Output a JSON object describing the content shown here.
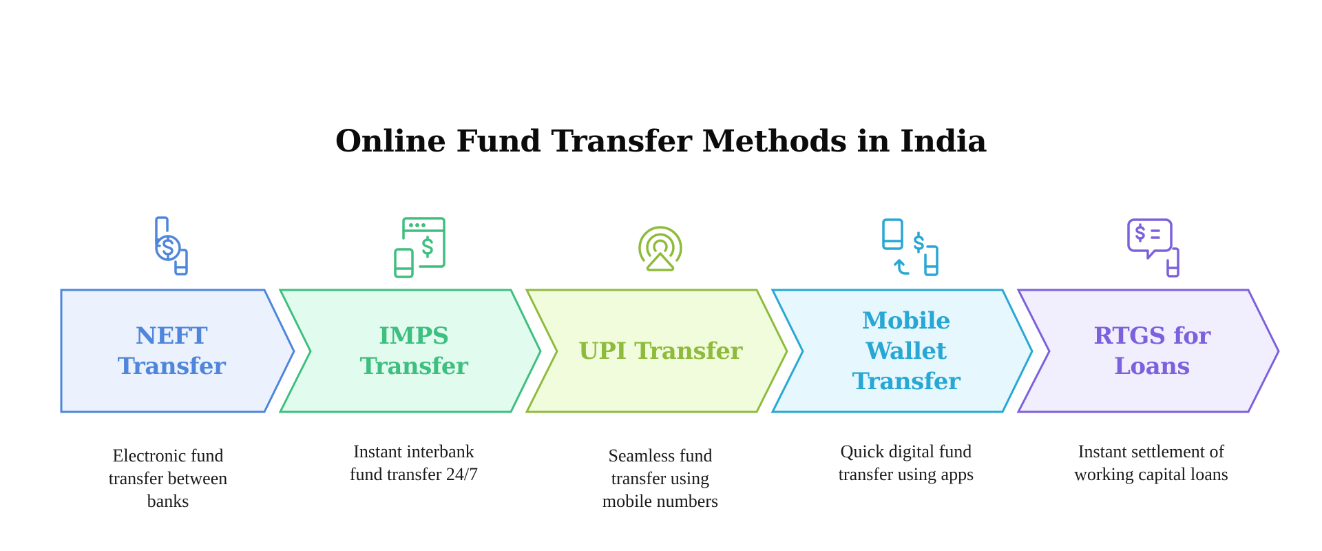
{
  "title": "Online Fund Transfer Methods in India",
  "steps": [
    {
      "label_lines": [
        "NEFT",
        "Transfer"
      ],
      "label": "NEFT Transfer",
      "description_lines": [
        "Electronic fund",
        "transfer between",
        "banks"
      ],
      "description": "Electronic fund transfer between banks",
      "icon": "phone-exchange-dollar-icon",
      "color": "#4f86db",
      "fill": "#ebf2fd"
    },
    {
      "label_lines": [
        "IMPS",
        "Transfer"
      ],
      "label": "IMPS Transfer",
      "description_lines": [
        "Instant interbank",
        "fund transfer 24/7"
      ],
      "description": "Instant interbank fund transfer 24/7",
      "icon": "browser-phone-dollar-icon",
      "color": "#3fbf7f",
      "fill": "#e2fbef"
    },
    {
      "label_lines": [
        "UPI Transfer"
      ],
      "label": "UPI Transfer",
      "description_lines": [
        "Seamless fund",
        "transfer using",
        "mobile numbers"
      ],
      "description": "Seamless fund transfer using mobile numbers",
      "icon": "broadcast-signal-icon",
      "color": "#8fbb3c",
      "fill": "#f1fcdd"
    },
    {
      "label_lines": [
        "Mobile",
        "Wallet",
        "Transfer"
      ],
      "label": "Mobile Wallet Transfer",
      "description_lines": [
        "Quick digital fund",
        "transfer using apps"
      ],
      "description": "Quick digital fund transfer using apps",
      "icon": "phone-to-phone-dollar-icon",
      "color": "#28a7d4",
      "fill": "#e6f7fd"
    },
    {
      "label_lines": [
        "RTGS for",
        "Loans"
      ],
      "label": "RTGS for Loans",
      "description_lines": [
        "Instant settlement of",
        "working capital loans"
      ],
      "description": "Instant settlement of working capital loans",
      "icon": "chat-dollar-phone-icon",
      "color": "#7b61dc",
      "fill": "#f1eefd"
    }
  ]
}
